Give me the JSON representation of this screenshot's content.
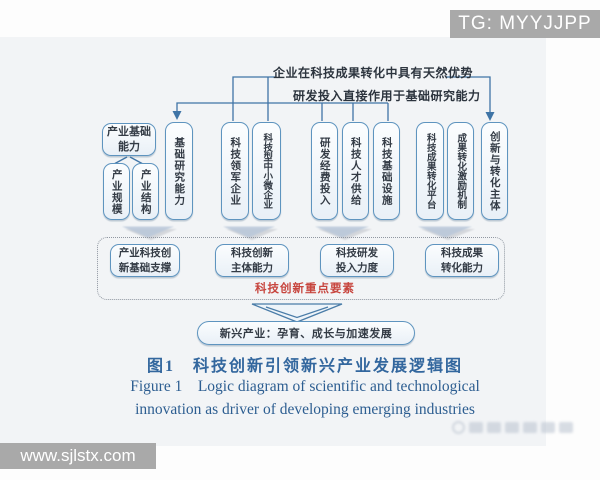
{
  "overlays": {
    "tg_banner": "TG: MYYJJPP",
    "site_banner": "www.sjlstx.com"
  },
  "diagram": {
    "annotation_top": "企业在科技成果转化中具有天然优势",
    "annotation_mid": "研发投入直接作用于基础研究能力",
    "industry_group": {
      "parent": "产业基础能力",
      "children": [
        "产业规模",
        "产业结构"
      ]
    },
    "columns": [
      "基础研究能力",
      "科技领军企业",
      "科技型中小微企业",
      "研发经费投入",
      "科技人才供给",
      "科技基础设施",
      "科技成果转化平台",
      "成果转化激励机制",
      "创新与转化主体"
    ],
    "factors": [
      {
        "line1": "产业科技创",
        "line2": "新基础支撑"
      },
      {
        "line1": "科技创新",
        "line2": "主体能力"
      },
      {
        "line1": "科技研发",
        "line2": "投入力度"
      },
      {
        "line1": "科技成果",
        "line2": "转化能力"
      }
    ],
    "factors_label": "科技创新重点要素",
    "outcome": "新兴产业：孕育、成长与加速发展"
  },
  "caption": {
    "zh": "图1　科技创新引领新兴产业发展逻辑图",
    "en_line1": "Figure 1    Logic diagram of scientific and technological",
    "en_line2": "innovation as driver of developing emerging industries"
  },
  "colors": {
    "line_blue": "#3f74a6",
    "box_border": "#5e94bf",
    "accent_red": "#c7453e",
    "caption_blue": "#33679e",
    "banner_gray": "#a9a9a9"
  }
}
